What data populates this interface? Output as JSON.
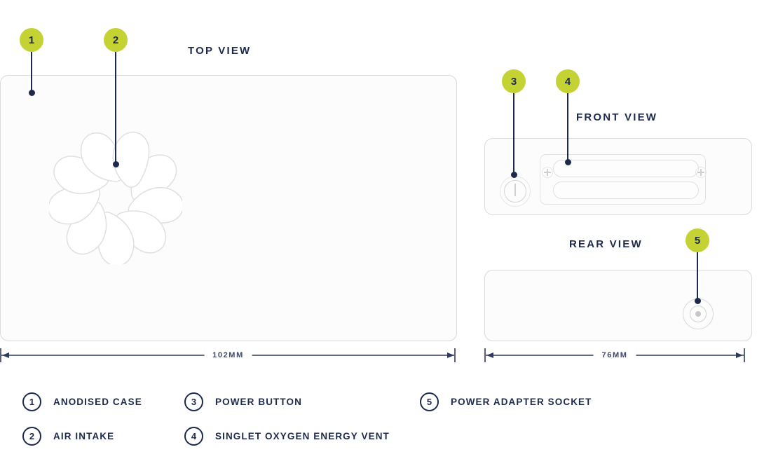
{
  "colors": {
    "accent": "#c4d233",
    "navy": "#1e2a4d",
    "outline": "#dadada"
  },
  "views": {
    "top": {
      "title": "TOP VIEW",
      "dimension_label": "102MM"
    },
    "front": {
      "title": "FRONT VIEW"
    },
    "rear": {
      "title": "REAR VIEW",
      "dimension_label": "76MM"
    }
  },
  "callouts": [
    {
      "number": "1"
    },
    {
      "number": "2"
    },
    {
      "number": "3"
    },
    {
      "number": "4"
    },
    {
      "number": "5"
    }
  ],
  "legend": [
    {
      "number": "1",
      "label": "ANODISED CASE"
    },
    {
      "number": "2",
      "label": "AIR INTAKE"
    },
    {
      "number": "3",
      "label": "POWER BUTTON"
    },
    {
      "number": "4",
      "label": "SINGLET OXYGEN ENERGY VENT"
    },
    {
      "number": "5",
      "label": "POWER ADAPTER SOCKET"
    }
  ]
}
